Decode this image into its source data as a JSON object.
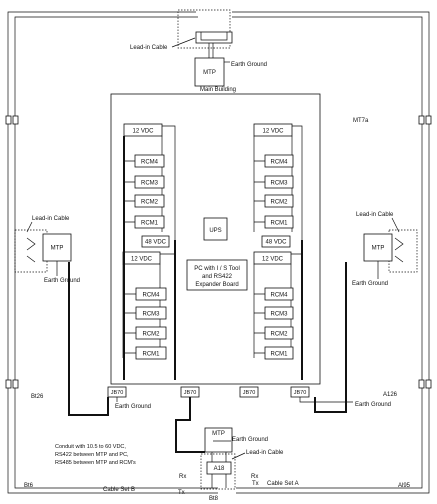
{
  "top_mtp": {
    "lead_in_cable": "Lead-in Cable",
    "mtp": "MTP",
    "earth_ground": "Earth Ground"
  },
  "main_building": {
    "title": "Main Building"
  },
  "left_mtp": {
    "lead_in_cable": "Lead-in Cable",
    "mtp": "MTP",
    "earth_ground": "Earth Ground"
  },
  "right_mtp": {
    "lead_in_cable": "Lead-in Cable",
    "mtp": "MTP",
    "earth_ground": "Earth Ground"
  },
  "bottom_mtp": {
    "lead_in_cable": "Lead-in Cable",
    "mtp": "MTP",
    "earth_ground": "Earth Ground",
    "node": "A18"
  },
  "supply": {
    "vdc12": "12 VDC",
    "vdc48": "48 VDC",
    "ups": "UPS"
  },
  "rcm": {
    "r1": "RCM1",
    "r2": "RCM2",
    "r3": "RCM3",
    "r4": "RCM4"
  },
  "pc_box": {
    "line1": "PC with I / S Tool",
    "line2": "and RS422",
    "line3": "Expander Board"
  },
  "jb": {
    "label": "JB70",
    "earth_ground": "Earth Ground"
  },
  "cables": {
    "mt7a": "MT7a",
    "b126": "Bt26",
    "a126": "A126",
    "b56": "Bt6",
    "a95": "Al95",
    "b18": "Bt8",
    "rx": "Rx",
    "tx": "Tx",
    "set_a": "Cable Set A",
    "set_b": "Cable Set B"
  },
  "conduit_note": {
    "line1": "Conduit with 10.5 to 60 VDC,",
    "line2": "RS422 between MTP and PC,",
    "line3": "RS485 between MTP and RCM's"
  }
}
